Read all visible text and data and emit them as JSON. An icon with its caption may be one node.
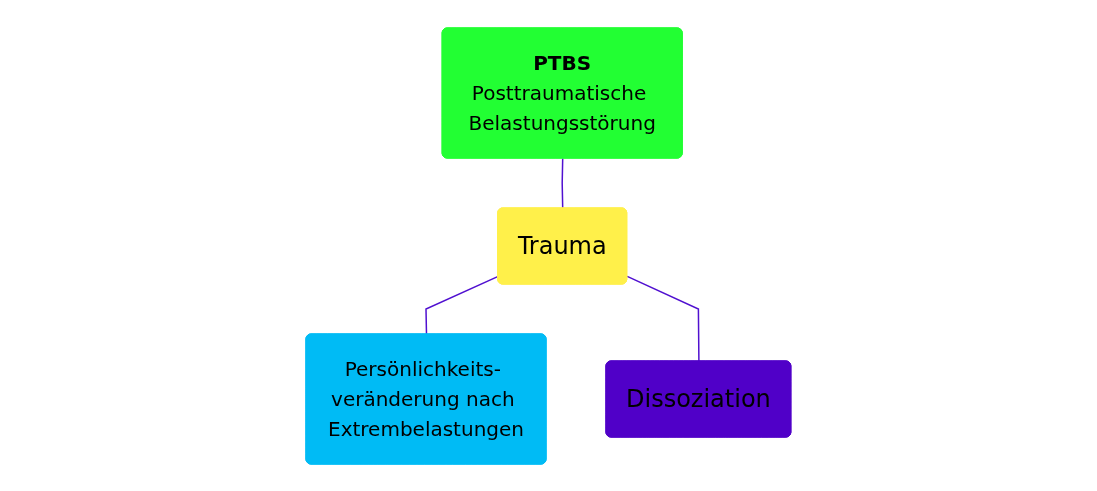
{
  "diagram": {
    "nodes": [
      {
        "text": [
          "PTBS",
          "Posttraumatische Belastungsstörung"
        ]
      },
      {
        "text": [
          "Trauma"
        ]
      },
      {
        "text": [
          "Persönlichkeits- veränderung nach Extrembelastungen"
        ]
      },
      {
        "text": [
          "Dissoziation"
        ]
      }
    ],
    "edges": [
      {
        "from": 0,
        "to": 1,
        "arrow": "none"
      },
      {
        "from": 1,
        "to": 2,
        "arrow": "none"
      },
      {
        "from": 1,
        "to": 3,
        "arrow": "none"
      }
    ]
  }
}
